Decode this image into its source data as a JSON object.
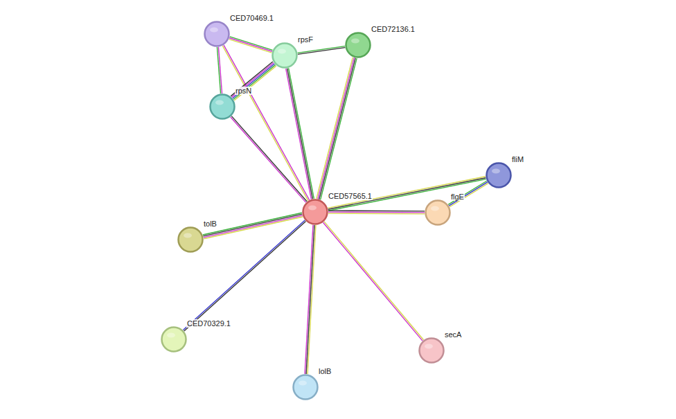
{
  "diagram": {
    "nodes": [
      {
        "text": [
          "CED70469.1"
        ]
      },
      {
        "text": [
          "rpsF"
        ]
      },
      {
        "text": [
          "CED72136.1"
        ]
      },
      {
        "text": [
          "rpsN"
        ]
      },
      {
        "text": [
          "fliM"
        ]
      },
      {
        "text": [
          "CED57565.1"
        ]
      },
      {
        "text": [
          "flgE"
        ]
      },
      {
        "text": [
          "tolB"
        ]
      },
      {
        "text": [
          "CED70329.1"
        ]
      },
      {
        "text": [
          "secA"
        ]
      },
      {
        "text": [
          "lolB"
        ]
      }
    ],
    "edges": [
      {
        "from": 0,
        "to": 1,
        "arrow": "none"
      },
      {
        "from": 0,
        "to": 3,
        "arrow": "none"
      },
      {
        "from": 0,
        "to": 5,
        "arrow": "none"
      },
      {
        "from": 1,
        "to": 2,
        "arrow": "none"
      },
      {
        "from": 1,
        "to": 3,
        "arrow": "none"
      },
      {
        "from": 1,
        "to": 5,
        "arrow": "none"
      },
      {
        "from": 2,
        "to": 5,
        "arrow": "none"
      },
      {
        "from": 3,
        "to": 5,
        "arrow": "none"
      },
      {
        "from": 4,
        "to": 5,
        "arrow": "none"
      },
      {
        "from": 4,
        "to": 6,
        "arrow": "none"
      },
      {
        "from": 5,
        "to": 6,
        "arrow": "none"
      },
      {
        "from": 5,
        "to": 7,
        "arrow": "none"
      },
      {
        "from": 5,
        "to": 8,
        "arrow": "none"
      },
      {
        "from": 5,
        "to": 9,
        "arrow": "none"
      },
      {
        "from": 5,
        "to": 10,
        "arrow": "none"
      }
    ]
  }
}
